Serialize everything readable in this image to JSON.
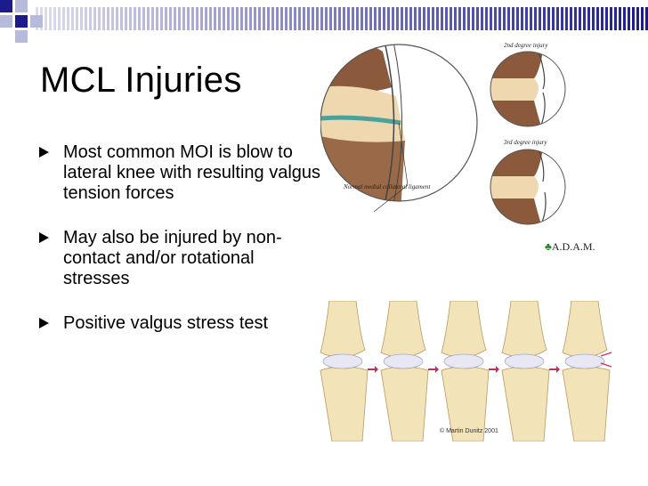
{
  "slide": {
    "title": "MCL Injuries",
    "bullets": [
      "Most common MOI is blow to lateral knee with resulting valgus tension forces",
      "May also be injured by non-contact and/or rotational stresses",
      "Positive valgus stress test"
    ]
  },
  "illustration": {
    "label_2nd": "2nd degree injury",
    "label_3rd": "3rd degree injury",
    "label_normal": "Normal medial collateral ligament",
    "logo_text": "A.D.A.M.",
    "credit": "© Martin Dunitz 2001"
  },
  "colors": {
    "band": "#1b1b8c",
    "squares": "#9aa0c8",
    "bone": "#f2e3b8",
    "tissue": "#8b5a3c",
    "arrow": "#c0305a"
  }
}
